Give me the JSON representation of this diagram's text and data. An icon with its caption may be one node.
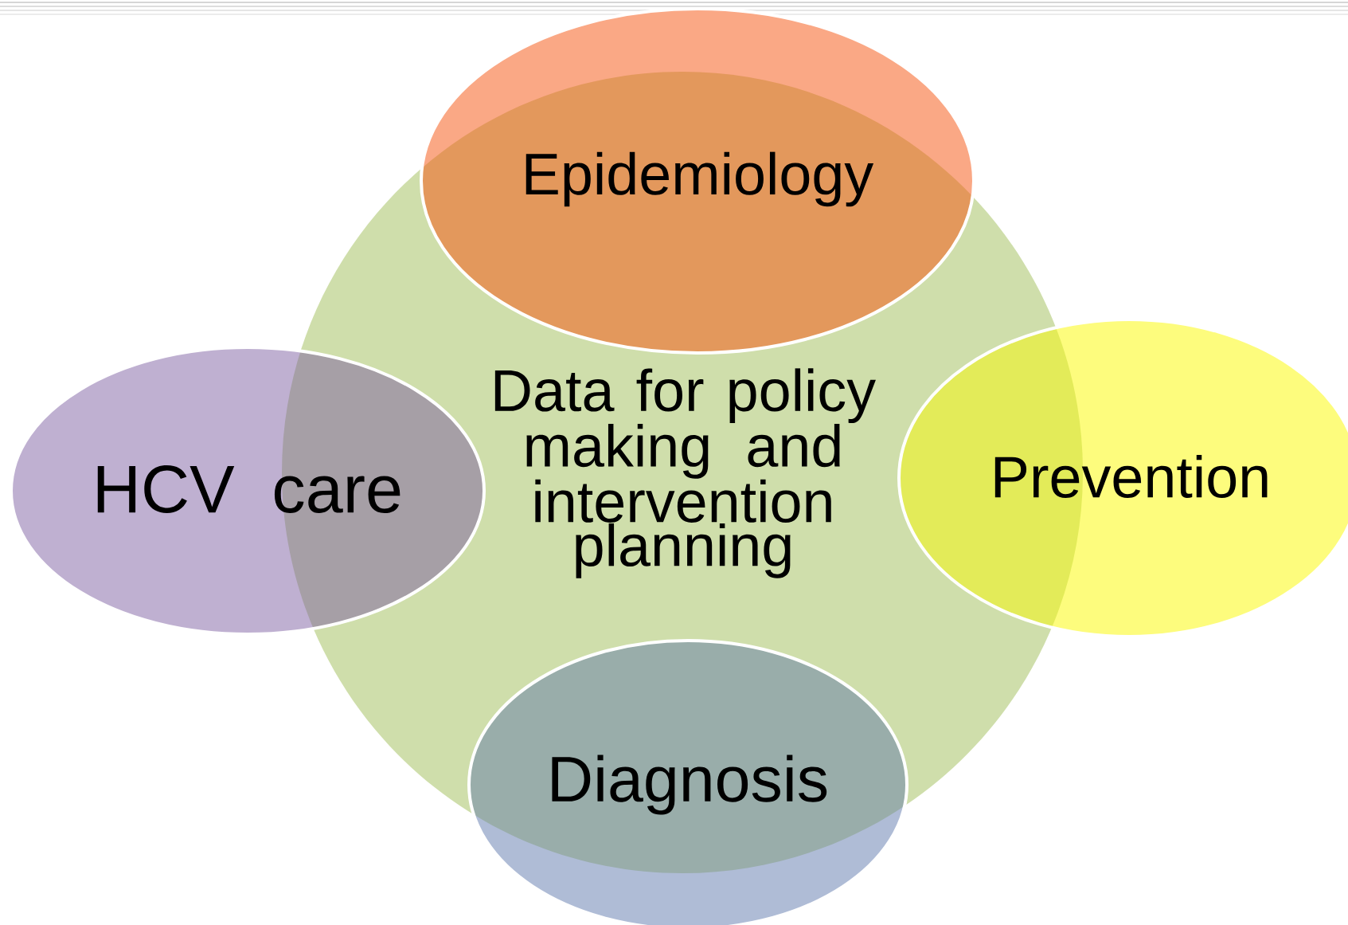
{
  "diagram": {
    "nodes": [
      {
        "text": [
          "Data for policy making and intervention planning"
        ]
      },
      {
        "text": [
          "Epidemiology"
        ]
      },
      {
        "text": [
          "HCV care"
        ]
      },
      {
        "text": [
          "Prevention"
        ]
      },
      {
        "text": [
          "Diagnosis"
        ]
      }
    ]
  }
}
